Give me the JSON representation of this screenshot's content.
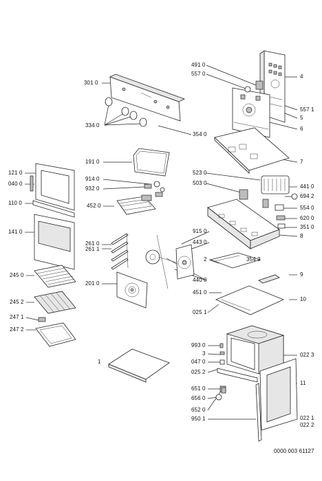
{
  "part_labels": {
    "p4910": "491 0",
    "p5570": "557 0",
    "p4": "4",
    "p5571": "557 1",
    "p5": "5",
    "p6": "6",
    "p3010": "301 0",
    "p3340": "334 0",
    "p3540": "354 0",
    "p7": "7",
    "p1910": "191 0",
    "p1210": "121 0",
    "p0400": "040 0",
    "p9140": "914 0",
    "p9320": "932 0",
    "p5230": "523 0",
    "p5030": "503 0",
    "p4410": "441 0",
    "p6942": "694 2",
    "p5540": "554 0",
    "p6200": "620 0",
    "p3510": "351 0",
    "p8": "8",
    "p1100": "110 0",
    "p4520": "452 0",
    "p9150": "915 0",
    "p4430": "443 0",
    "p1410": "141 0",
    "p2610": "261 0",
    "p2611": "261 1",
    "p2": "2",
    "p3543": "354 3",
    "p2450": "245 0",
    "p2010": "201 0",
    "p4400": "440 0",
    "p9": "9",
    "p4510": "451 0",
    "p10": "10",
    "p2452": "245 2",
    "p0251": "025 1",
    "p2471": "247 1",
    "p2472": "247 2",
    "p9930": "993 0",
    "p3": "3",
    "p0223": "022 3",
    "p0470": "047 0",
    "p1": "1",
    "p0252": "025 2",
    "p11": "11",
    "p6510": "651 0",
    "p6560": "656 0",
    "p6520": "652 0",
    "p9501": "950 1",
    "p0221": "022 1",
    "p0222": "022 2"
  },
  "footer": {
    "code": "0000 003 61127"
  }
}
